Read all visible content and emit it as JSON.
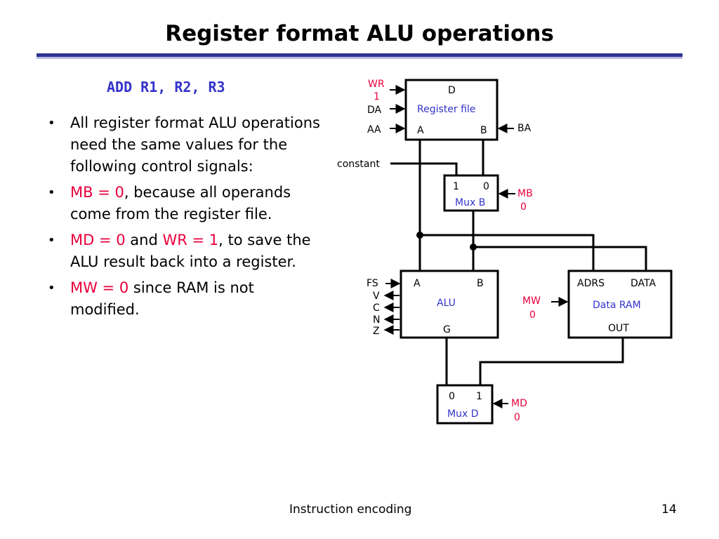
{
  "slide": {
    "title": "Register format ALU operations",
    "code": "ADD R1, R2, R3",
    "bullets": [
      {
        "parts": [
          "All register format ALU operations need the same values for the following control signals:"
        ]
      },
      {
        "red": "MB = 0",
        "rest": ", because all operands come from the register file."
      },
      {
        "red1": "MD = 0",
        "mid": " and ",
        "red2": "WR = 1",
        "rest": ", to save the ALU result back into a register."
      },
      {
        "red": "MW = 0",
        "rest": " since RAM is not modified."
      }
    ],
    "footer": "Instruction encoding",
    "page_number": "14"
  },
  "diagram": {
    "register_file": {
      "name": "Register file",
      "port_d": "D",
      "port_a": "A",
      "port_b": "B"
    },
    "rf_inputs": {
      "wr": "WR",
      "wr_value": "1",
      "da": "DA",
      "aa": "AA",
      "ba": "BA"
    },
    "constant": "constant",
    "mux_b": {
      "name": "Mux B",
      "in1": "1",
      "in0": "0",
      "select": "MB",
      "select_value": "0"
    },
    "alu": {
      "name": "ALU",
      "port_a": "A",
      "port_b": "B",
      "port_g": "G",
      "fs": "FS",
      "flags": [
        "V",
        "C",
        "N",
        "Z"
      ]
    },
    "data_ram": {
      "name": "Data RAM",
      "adrs": "ADRS",
      "data": "DATA",
      "out": "OUT",
      "write": "MW",
      "write_value": "0"
    },
    "mux_d": {
      "name": "Mux D",
      "in0": "0",
      "in1": "1",
      "select": "MD",
      "select_value": "0"
    },
    "colors": {
      "label_blue": "#3333cc",
      "control_red": "#e8003b",
      "title_rule": "#2e3392"
    }
  }
}
